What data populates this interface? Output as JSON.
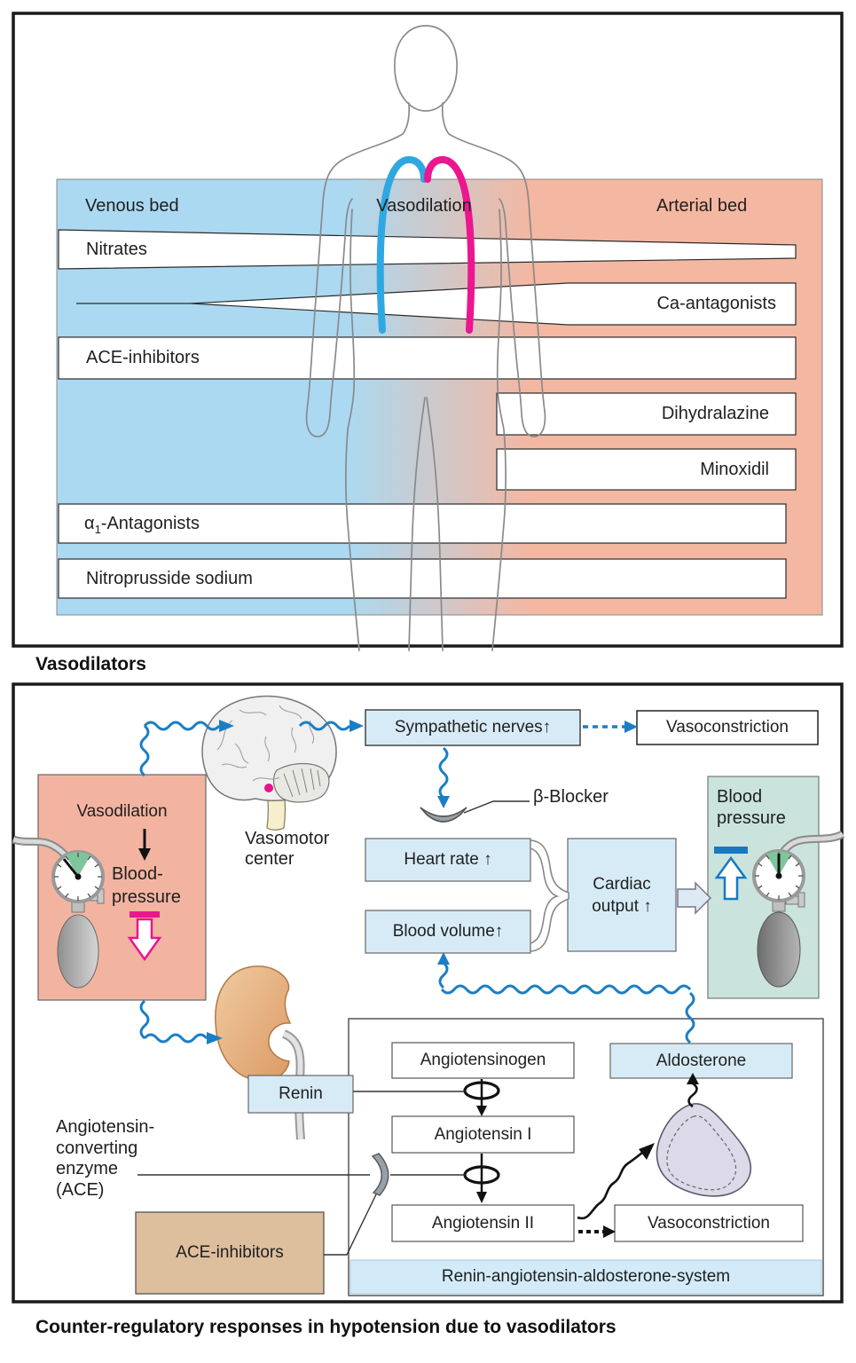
{
  "colors": {
    "band_blue": "#ABD9F1",
    "band_salmon": "#F4B7A2",
    "light_blue_box": "#D7EBF7",
    "teal_panel": "#CBE3DD",
    "salmon_box": "#F2B4A0",
    "tan_box": "#DDBE9D",
    "raas_bar": "#D3EBF9",
    "accent_blue": "#1B7EC4",
    "vessel_cyan": "#2FA8E1",
    "magenta": "#EB1690",
    "gauge_green": "#7FC59B",
    "kidney_tan": "#E8B484",
    "gland_lavender": "#DCD9E8",
    "brainstem_beige": "#F6EFCB"
  },
  "panel1": {
    "caption": "Vasodilators",
    "header": {
      "left": "Venous bed",
      "center": "Vasodilation",
      "right": "Arterial bed"
    },
    "drugs": {
      "nitrates": "Nitrates",
      "ca_antagonists": "Ca-antagonists",
      "ace_inhibitors": "ACE-inhibitors",
      "dihydralazine": "Dihydralazine",
      "minoxidil": "Minoxidil",
      "alpha1_prefix": "α",
      "alpha1_sub": "1",
      "alpha1_rest": "-Antagonists",
      "nitroprusside": "Nitroprusside sodium"
    }
  },
  "panel2": {
    "caption": "Counter-regulatory responses in hypotension due to vasodilators",
    "sympathetic_nerves": "Sympathetic nerves↑",
    "vasoconstriction_top": "Vasoconstriction",
    "beta_blocker": "β-Blocker",
    "heart_rate": "Heart rate ↑",
    "blood_volume": "Blood volume↑",
    "cardiac_line1": "Cardiac",
    "cardiac_line2": "output ↑",
    "blood_pressure_line1": "Blood",
    "blood_pressure_line2": "pressure",
    "vasodilation": "Vasodilation",
    "bp_drop_line1": "Blood-",
    "bp_drop_line2": "pressure",
    "vasomotor_line1": "Vasomotor",
    "vasomotor_line2": "center",
    "renin": "Renin",
    "angiotensinogen": "Angiotensinogen",
    "angiotensin_i": "Angiotensin I",
    "angiotensin_ii": "Angiotensin II",
    "vasoconstriction_bottom": "Vasoconstriction",
    "aldosterone": "Aldosterone",
    "ace_line1": "Angiotensin-",
    "ace_line2": "converting",
    "ace_line3": "enzyme",
    "ace_line4": "(ACE)",
    "ace_inhibitors": "ACE-inhibitors",
    "raas": "Renin-angiotensin-aldosterone-system"
  }
}
